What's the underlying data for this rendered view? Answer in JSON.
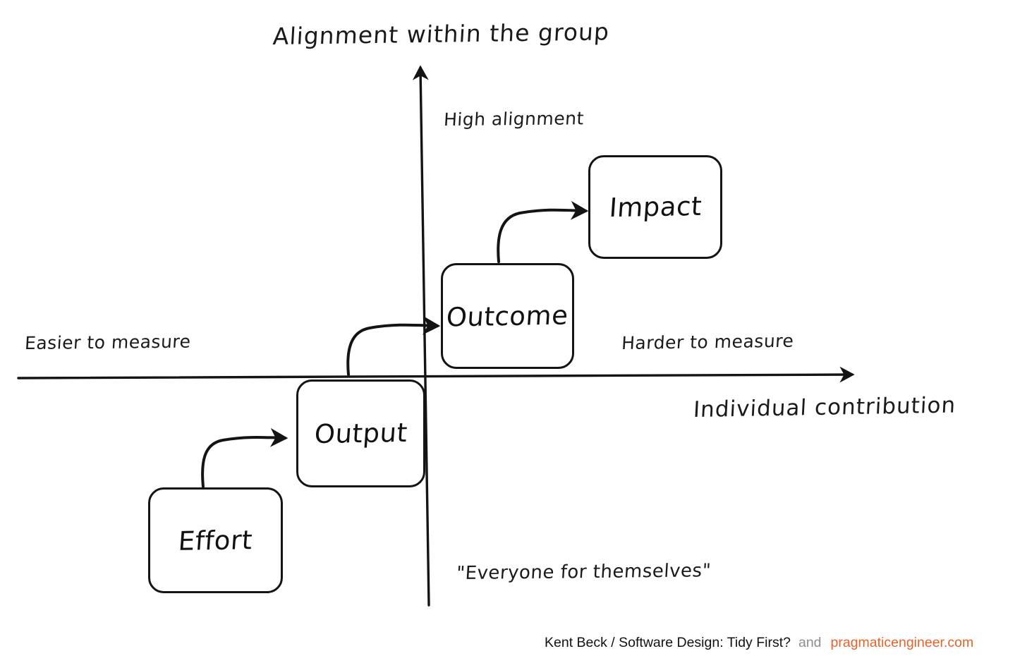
{
  "chart_data": {
    "type": "scatter",
    "title": "Alignment within the group",
    "xlabel": "Individual contribution",
    "ylabel": "Alignment within the group",
    "grid": false,
    "legend": null,
    "axes": {
      "x_axis_name": "Individual contribution",
      "y_axis_name": "Alignment within the group",
      "x_low_annotation": "Easier to measure",
      "x_high_annotation": "Harder to measure",
      "y_high_annotation": "High alignment",
      "y_low_annotation": "\"Everyone for themselves\""
    },
    "nodes": [
      {
        "label": "Effort",
        "x": -1.9,
        "y": -1.6,
        "quadrant": "low-alignment / low-contribution"
      },
      {
        "label": "Output",
        "x": -0.9,
        "y": -0.7,
        "quadrant": "low-alignment / low-contribution"
      },
      {
        "label": "Outcome",
        "x": 0.55,
        "y": 0.45,
        "quadrant": "high-alignment / high-contribution"
      },
      {
        "label": "Impact",
        "x": 1.8,
        "y": 1.5,
        "quadrant": "high-alignment / high-contribution"
      }
    ],
    "flow": [
      "Effort",
      "Output",
      "Outcome",
      "Impact"
    ],
    "arrows": [
      {
        "from": "Effort",
        "to": "Output"
      },
      {
        "from": "Output",
        "to": "Outcome"
      },
      {
        "from": "Outcome",
        "to": "Impact"
      }
    ]
  },
  "diagram": {
    "title": "Alignment within the group",
    "x_axis_label": "Individual contribution",
    "quadrant_labels": {
      "top": "High alignment",
      "left": "Easier to measure",
      "right": "Harder to measure",
      "bottom": "\"Everyone for themselves\""
    },
    "nodes": {
      "effort": "Effort",
      "output": "Output",
      "outcome": "Outcome",
      "impact": "Impact"
    }
  },
  "footer": {
    "source": "Kent Beck / Software Design: Tidy First?",
    "conjunction": "and",
    "site": "pragmaticengineer.com"
  },
  "colors": {
    "ink": "#141414",
    "accent_orange": "#e8622a",
    "muted_gray": "#8d8d8d",
    "background": "#ffffff"
  }
}
